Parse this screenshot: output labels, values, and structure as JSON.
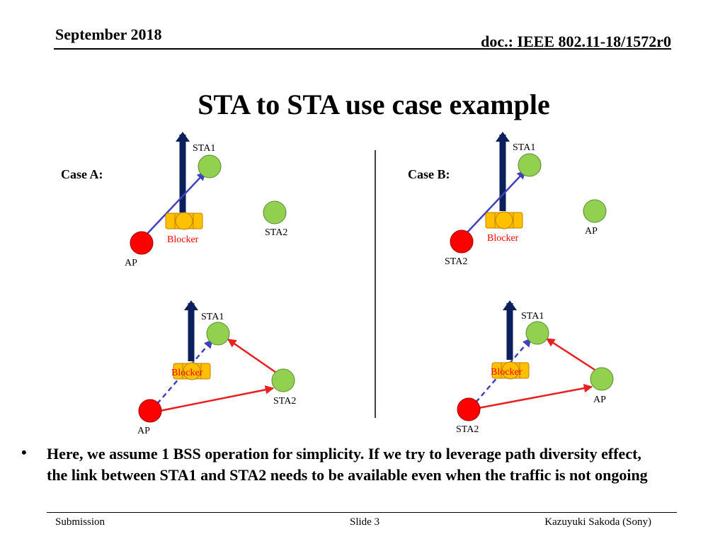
{
  "header": {
    "date": "September 2018",
    "doc_id": "doc.: IEEE 802.11-18/1572r0"
  },
  "slide": {
    "title": "STA to STA use case example"
  },
  "cases": {
    "a_label": "Case A:",
    "b_label": "Case B:"
  },
  "node_labels": {
    "a1_sta1": "STA1",
    "a1_sta2": "STA2",
    "a1_ap": "AP",
    "a1_blocker": "Blocker",
    "b1_sta1": "STA1",
    "b1_ap": "AP",
    "b1_sta2": "STA2",
    "b1_blocker": "Blocker",
    "a2_sta1": "STA1",
    "a2_sta2": "STA2",
    "a2_ap": "AP",
    "a2_blocker": "Blocker",
    "b2_sta1": "STA1",
    "b2_ap": "AP",
    "b2_sta2": "STA2",
    "b2_blocker": "Blocker"
  },
  "colors": {
    "ap_red": "#ff0000",
    "sta_green": "#92d050",
    "blocker_orange": "#ffc000",
    "link_blue": "#4040c0",
    "link_red": "#e82020",
    "arrow_navy": "#0a1f5c"
  },
  "body": {
    "bullet": "•",
    "text": "Here, we assume 1 BSS operation for simplicity. If we try to leverage path diversity effect, the link between STA1 and STA2 needs to be available even when the traffic is not ongoing"
  },
  "footer": {
    "left": "Submission",
    "center": "Slide 3",
    "right": "Kazuyuki Sakoda (Sony)"
  }
}
